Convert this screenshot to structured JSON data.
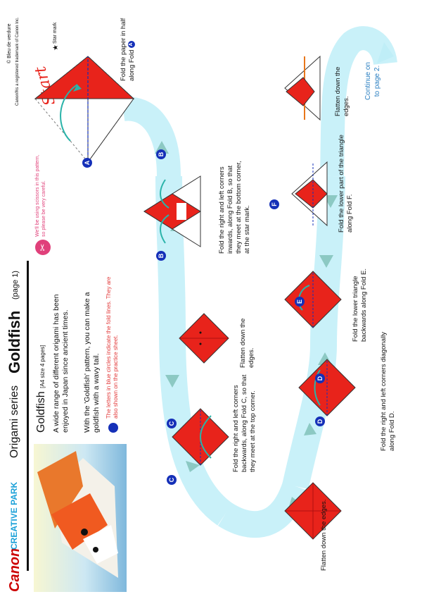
{
  "header": {
    "brand": "Canon",
    "creative_park": "CREATIVE PARK",
    "series": "Origami series",
    "title": "Goldfish",
    "page_label": "(page 1)",
    "copyright": "© Bleu de verdure",
    "trademark": "Canon®is a registered trademark of Canon Inc."
  },
  "intro": {
    "name": "Goldfish",
    "size_note": "[A4 size 4 pages]",
    "para1": "A wide range of different origami has been enjoyed in Japan since ancient times.",
    "para2": "With the 'Goldfish' pattern, you can make a goldfish with a wavy tail.",
    "note": "The letters in blue circles indicate the fold lines. They are also shown on the practice sheet.",
    "scissors_warning": "We'll be using scissors in this pattern, so please be very careful."
  },
  "start_label": "Start",
  "star_label": "Star mark",
  "continue_label": "Continue on to page 2.",
  "steps": [
    {
      "id": "s1",
      "letter": "A",
      "text": "Fold the paper in half along Fold"
    },
    {
      "id": "s2",
      "letter": "B",
      "text": "Fold the right and left corners inwards, along Fold B, so that they meet at the bottom corner, at the star mark."
    },
    {
      "id": "s3",
      "letter": "",
      "text": "Flatten down the edges."
    },
    {
      "id": "s4",
      "letter": "C",
      "text": "Fold the right and left corners backwards, along Fold C, so that they meet at the top corner."
    },
    {
      "id": "s5",
      "letter": "",
      "text": "Flatten down the edges."
    },
    {
      "id": "s6",
      "letter": "D",
      "text": "Fold the right and left corners diagonally along Fold D."
    },
    {
      "id": "s7",
      "letter": "E",
      "text": "Fold the lower triangle backwards along Fold E."
    },
    {
      "id": "s8",
      "letter": "F",
      "text": "Fold the lower part of the triangle along Fold F."
    },
    {
      "id": "s9",
      "letter": "",
      "text": "Flatten down the edges."
    }
  ],
  "colors": {
    "red": "#e8231b",
    "band": "#bfeef7",
    "arrow": "#2ab3a9",
    "letter_blue": "#1530b8",
    "canon_red": "#cc0000",
    "warning_pink": "#e0407a"
  }
}
